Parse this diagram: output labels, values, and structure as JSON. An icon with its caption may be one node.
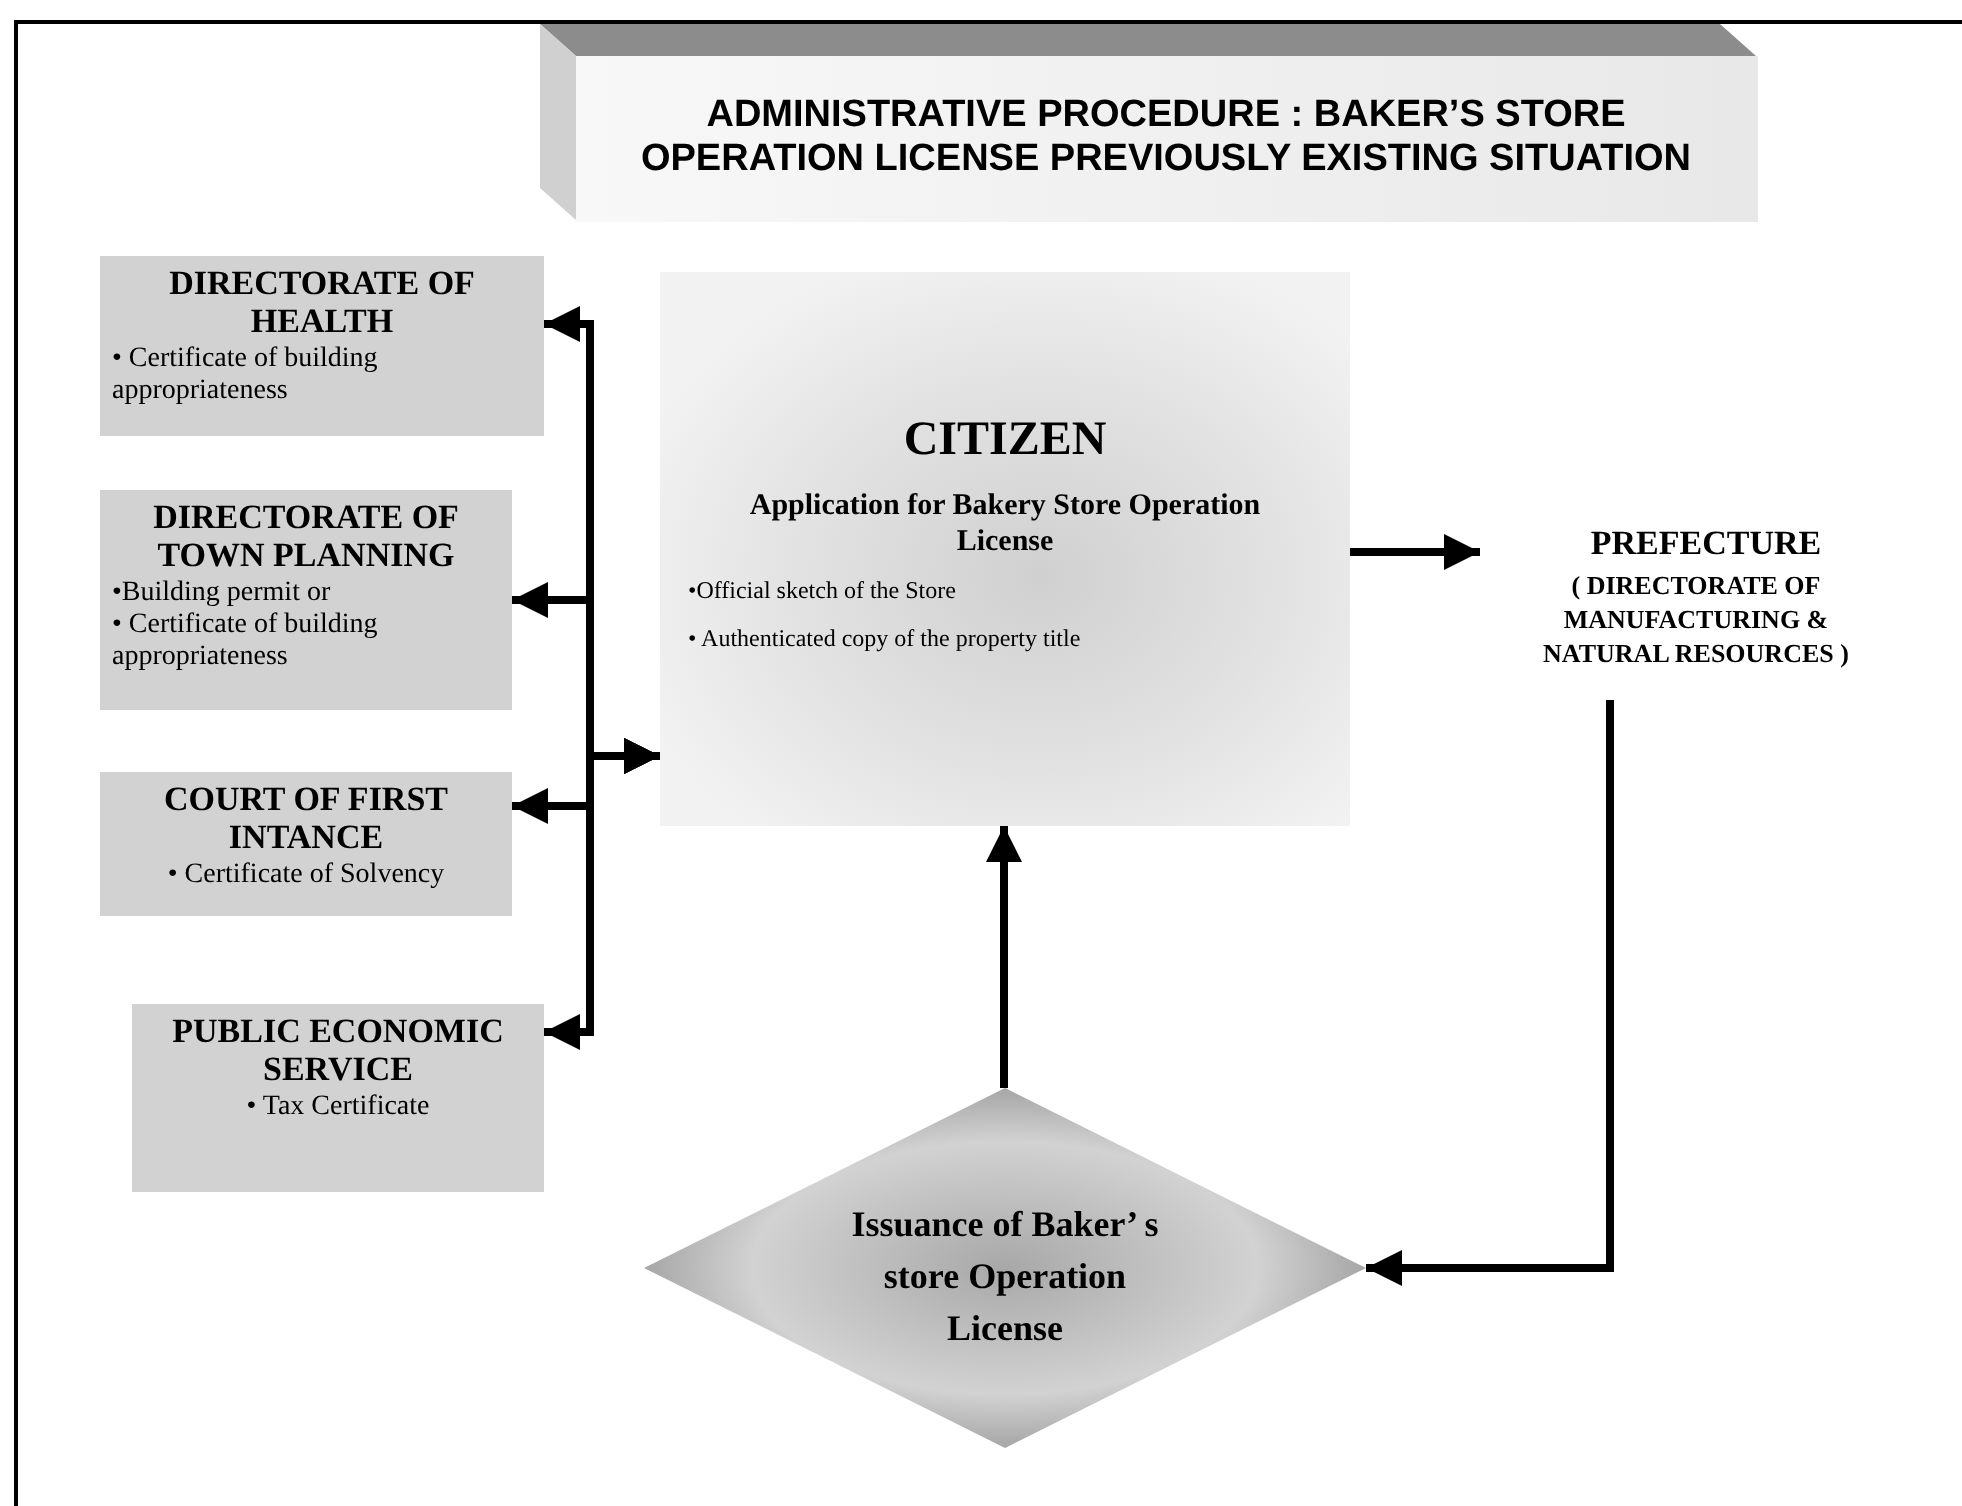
{
  "diagram": {
    "title": "ADMINISTRATIVE PROCEDURE : BAKER’S STORE OPERATION LICENSE PREVIOUSLY EXISTING SITUATION",
    "nodes": [
      {
        "text": [
          "DIRECTORATE OF HEALTH",
          "• Certificate of  building appropriateness"
        ]
      },
      {
        "text": [
          "DIRECTORATE OF TOWN PLANNING",
          "•Building permit or",
          "• Certificate of building appropriateness"
        ]
      },
      {
        "text": [
          "COURT OF FIRST INTANCE",
          "• Certificate of Solvency"
        ]
      },
      {
        "text": [
          "PUBLIC ECONOMIC SERVICE",
          "• Tax Certificate"
        ]
      },
      {
        "text": [
          "CITIZEN",
          "Application for Bakery Store Operation License",
          "•Official sketch of the Store",
          "• Authenticated copy of the property title"
        ]
      },
      {
        "text": [
          "PREFECTURE",
          "( DIRECTORATE OF MANUFACTURING & NATURAL RESOURCES )"
        ]
      },
      {
        "text": [
          "Issuance of Baker’ s store Operation License"
        ]
      }
    ],
    "edges": [
      {
        "from": 4,
        "to": 0,
        "arrow": "both"
      },
      {
        "from": 4,
        "to": 1,
        "arrow": "both"
      },
      {
        "from": 4,
        "to": 2,
        "arrow": "both"
      },
      {
        "from": 4,
        "to": 3,
        "arrow": "both"
      },
      {
        "from": 4,
        "to": 5,
        "arrow": "to"
      },
      {
        "from": 5,
        "to": 6,
        "arrow": "to"
      },
      {
        "from": 6,
        "to": 4,
        "arrow": "to"
      }
    ]
  }
}
